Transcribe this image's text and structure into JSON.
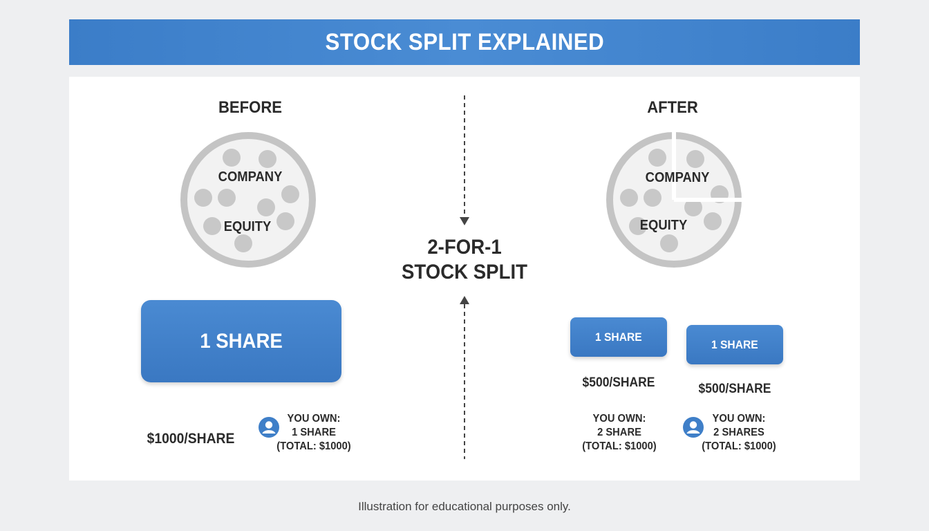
{
  "header": {
    "title": "STOCK SPLIT EXPLAINED"
  },
  "before": {
    "heading": "BEFORE",
    "equity_label_1": "COMPANY",
    "equity_label_2": "EQUITY",
    "share_label": "1 SHARE",
    "price": "$1000/SHARE",
    "ownership": {
      "line1": "YOU OWN:",
      "line2": "1 SHARE",
      "line3": "(TOTAL: $1000)"
    },
    "icon": "user-icon"
  },
  "middle": {
    "split_line1": "2-FOR-1",
    "split_line2": "STOCK SPLIT",
    "arrow_down_icon": "arrow-down-icon",
    "arrow_up_icon": "arrow-up-icon"
  },
  "after": {
    "heading": "AFTER",
    "equity_label_1": "COMPANY",
    "equity_label_2": "EQUITY",
    "shares": [
      {
        "label": "1 SHARE",
        "price": "$500/SHARE",
        "ownership": {
          "line1": "YOU OWN:",
          "line2": "2 SHARE",
          "line3": "(TOTAL: $1000)"
        }
      },
      {
        "label": "1 SHARE",
        "price": "$500/SHARE",
        "ownership": {
          "line1": "YOU OWN:",
          "line2": "2 SHARES",
          "line3": "(TOTAL: $1000)"
        }
      }
    ],
    "icon": "user-icon"
  },
  "footer": {
    "note": "Illustration for educational purposes only."
  },
  "colors": {
    "banner": "#3b7dc8",
    "share_button": "#3f7fc8",
    "equity_ring": "#c4c4c4",
    "equity_dot": "#c8c8c8",
    "text": "#2b2b2b"
  }
}
